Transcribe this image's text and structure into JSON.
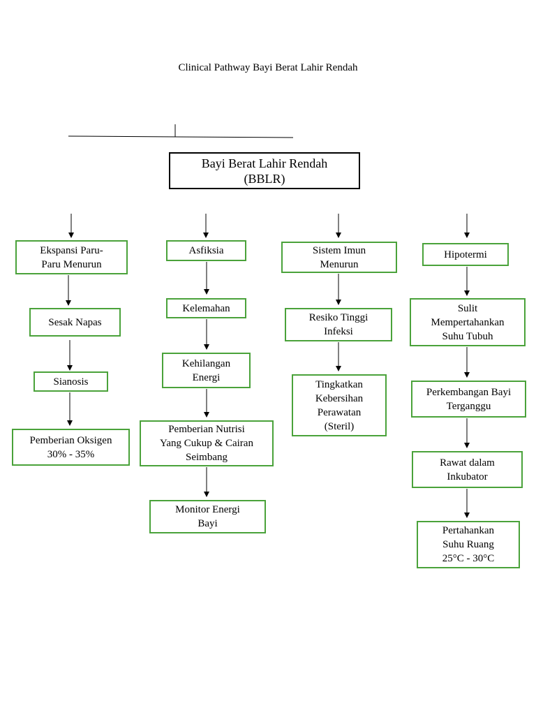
{
  "title": "Clinical Pathway Bayi Berat Lahir Rendah",
  "root": "Bayi Berat Lahir Rendah\n(BBLR)",
  "columns": [
    {
      "items": [
        "Ekspansi Paru-\nParu Menurun",
        "Sesak Napas",
        "Sianosis",
        "Pemberian Oksigen\n30% - 35%"
      ]
    },
    {
      "items": [
        "Asfiksia",
        "Kelemahan",
        "Kehilangan\nEnergi",
        "Pemberian Nutrisi\nYang Cukup & Cairan\nSeimbang",
        "Monitor Energi\nBayi"
      ]
    },
    {
      "items": [
        "Sistem Imun\nMenurun",
        "Resiko Tinggi\nInfeksi",
        "Tingkatkan\nKebersihan\nPerawatan\n(Steril)"
      ]
    },
    {
      "items": [
        "Hipotermi",
        "Sulit\nMempertahankan\nSuhu Tubuh",
        "Perkembangan Bayi\nTerganggu",
        "Rawat dalam\nInkubator",
        "Pertahankan\nSuhu Ruang\n25°C - 30°C"
      ]
    }
  ],
  "colors": {
    "box_border": "#4aa23a",
    "line": "#000000"
  }
}
